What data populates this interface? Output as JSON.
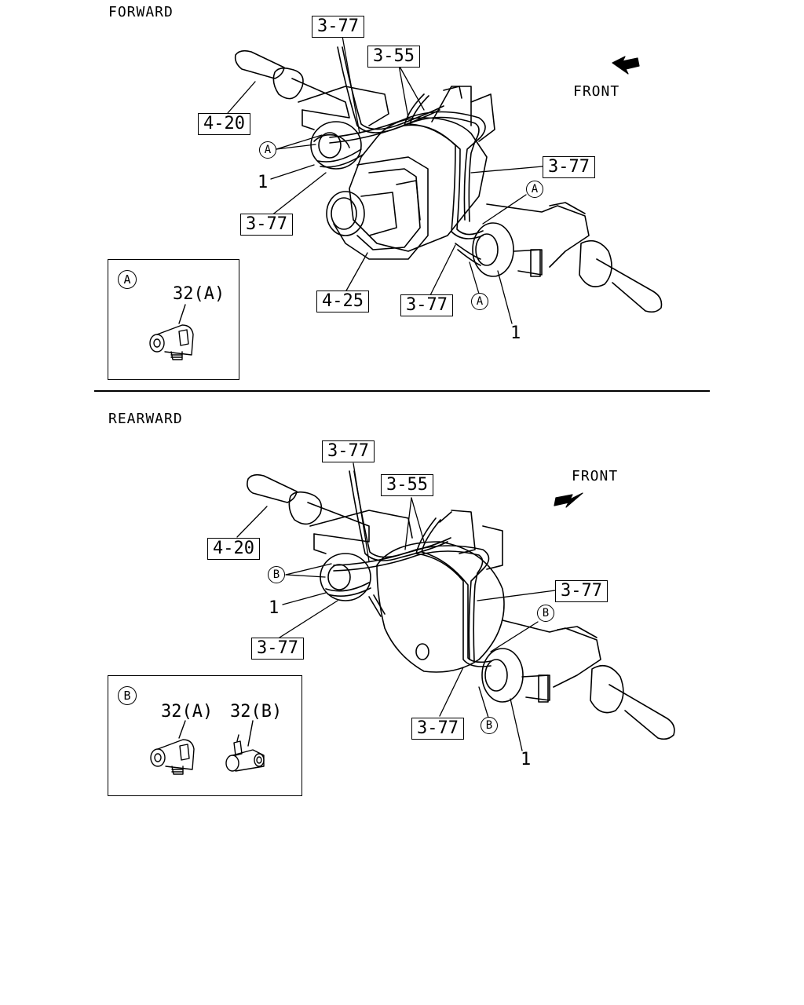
{
  "forward": {
    "title": "FORWARD",
    "front_label": "FRONT",
    "refs": {
      "r1": "3-77",
      "r2": "3-55",
      "r3": "4-20",
      "r4": "3-77",
      "r5": "3-77",
      "r6": "4-25",
      "r7": "3-77"
    },
    "numbers": {
      "n1": "1",
      "n2": "1"
    },
    "markers": {
      "m1": "A",
      "m2": "A",
      "m3": "A"
    },
    "detail": {
      "marker": "A",
      "part_a": "32(A)"
    }
  },
  "rearward": {
    "title": "REARWARD",
    "front_label": "FRONT",
    "refs": {
      "r1": "3-77",
      "r2": "3-55",
      "r3": "4-20",
      "r4": "3-77",
      "r5": "3-77",
      "r6": "3-77"
    },
    "numbers": {
      "n1": "1",
      "n2": "1"
    },
    "markers": {
      "m1": "B",
      "m2": "B",
      "m3": "B"
    },
    "detail": {
      "marker": "B",
      "part_a": "32(A)",
      "part_b": "32(B)"
    }
  }
}
